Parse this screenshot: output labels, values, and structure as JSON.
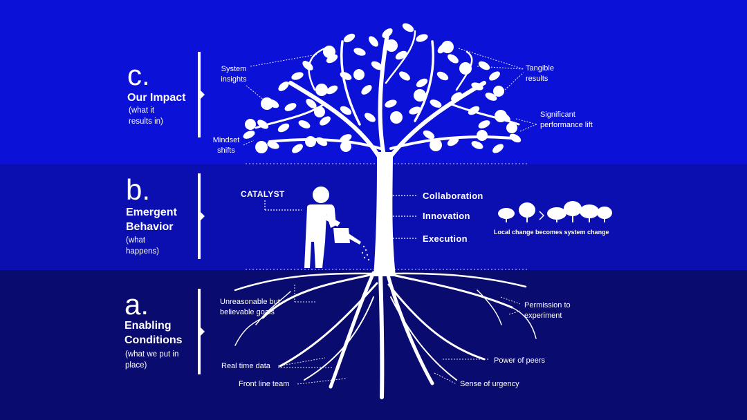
{
  "sections": {
    "c": {
      "letter": "c.",
      "title": "Our Impact",
      "subtitle": "(what it results in)"
    },
    "b": {
      "letter": "b.",
      "title": "Emergent Behavior",
      "subtitle": "(what happens)"
    },
    "a": {
      "letter": "a.",
      "title": "Enabling Conditions",
      "subtitle": "(what we put in place)"
    }
  },
  "impact_labels": {
    "system_insights": "System insights",
    "mindset_shifts": "Mindset shifts",
    "tangible_results": "Tangible results",
    "performance_lift": "Significant performance lift"
  },
  "behavior": {
    "catalyst": "CATALYST",
    "items": [
      "Collaboration",
      "Innovation",
      "Execution"
    ],
    "local_change": "Local change becomes system change"
  },
  "condition_labels": {
    "unreasonable_goals": "Unreasonable but believable goals",
    "real_time_data": "Real time data",
    "front_line_team": "Front line team",
    "permission": "Permission to experiment",
    "power_of_peers": "Power of peers",
    "sense_of_urgency": "Sense of urgency"
  },
  "colors": {
    "band_impact": "#0b11d6",
    "band_behavior": "#0b0fb0",
    "band_conditions": "#0a0b6e",
    "foreground": "#ffffff"
  }
}
